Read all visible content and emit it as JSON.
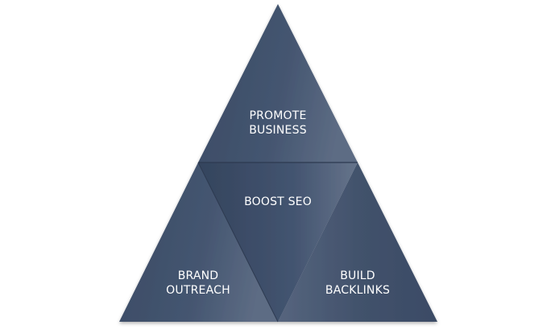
{
  "diagram": {
    "top": {
      "line1": "PROMOTE",
      "line2": "BUSINESS"
    },
    "center": {
      "label": "BOOST SEO"
    },
    "left": {
      "line1": "BRAND",
      "line2": "OUTREACH"
    },
    "right": {
      "line1": "BUILD",
      "line2": "BACKLINKS"
    }
  },
  "colors": {
    "fill_dark": "#3a4a64",
    "fill_light": "#5f6e86",
    "edge": "#2a3548"
  }
}
